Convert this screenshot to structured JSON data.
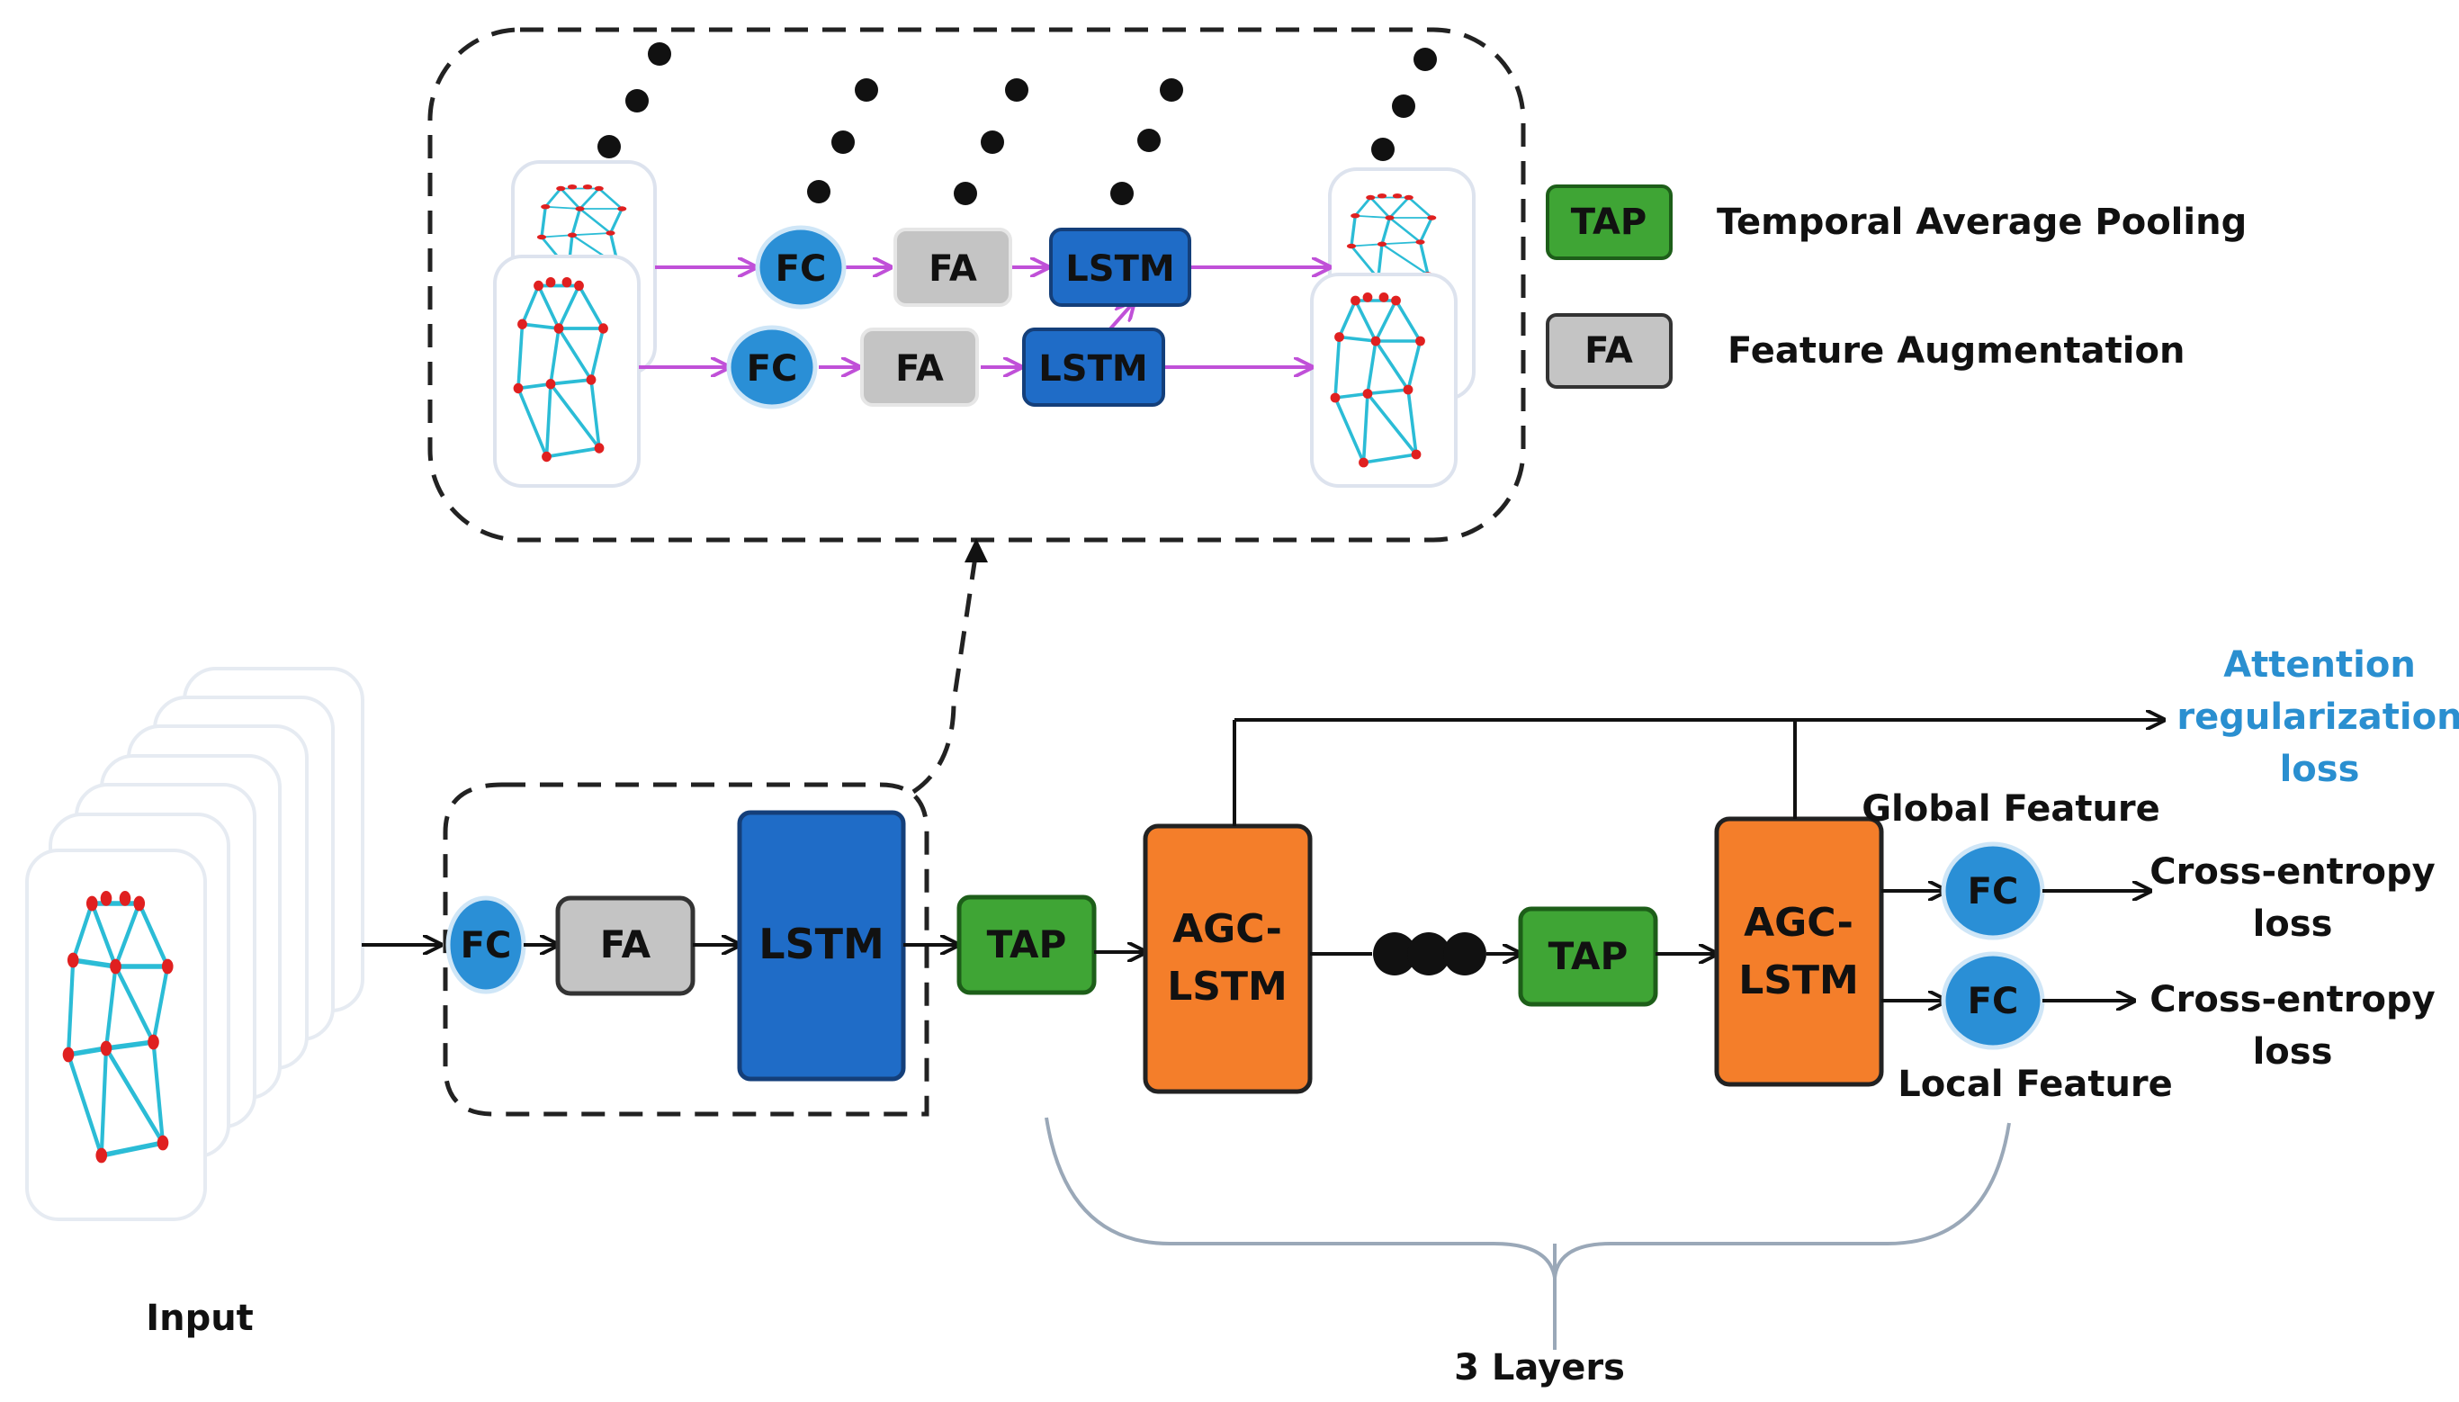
{
  "legend": {
    "tap": {
      "key": "TAP",
      "description": "Temporal Average Pooling"
    },
    "fa": {
      "key": "FA",
      "description": "Feature Augmentation"
    }
  },
  "detail": {
    "row1": {
      "fc": "FC",
      "fa": "FA",
      "lstm": "LSTM"
    },
    "row2": {
      "fc": "FC",
      "fa": "FA",
      "lstm": "LSTM"
    }
  },
  "main": {
    "fc": "FC",
    "fa": "FA",
    "lstm": "LSTM",
    "tap1": "TAP",
    "agc1": {
      "line1": "AGC-",
      "line2": "LSTM"
    },
    "tap2": "TAP",
    "agc2": {
      "line1": "AGC-",
      "line2": "LSTM"
    },
    "fc_global": "FC",
    "fc_local": "FC"
  },
  "labels": {
    "input": "Input",
    "three_layers": "3 Layers",
    "global_feature": "Global Feature",
    "local_feature": "Local Feature",
    "attention_loss": {
      "line1": "Attention",
      "line2": "regularization",
      "line3": "loss"
    },
    "ce_loss_1": {
      "line1": "Cross-entropy",
      "line2": "loss"
    },
    "ce_loss_2": {
      "line1": "Cross-entropy",
      "line2": "loss"
    }
  },
  "colors": {
    "fc_blue": "#2a8fd6",
    "lstm_blue": "#1f6cc7",
    "fa_gray": "#c4c4c4",
    "tap_green": "#3fa535",
    "agc_orange": "#f47e2a",
    "skeleton_cyan": "#2bbcd6",
    "joint_red": "#e02020",
    "arrow_magenta": "#c050d8",
    "attention_blue": "#2a8fd0"
  }
}
